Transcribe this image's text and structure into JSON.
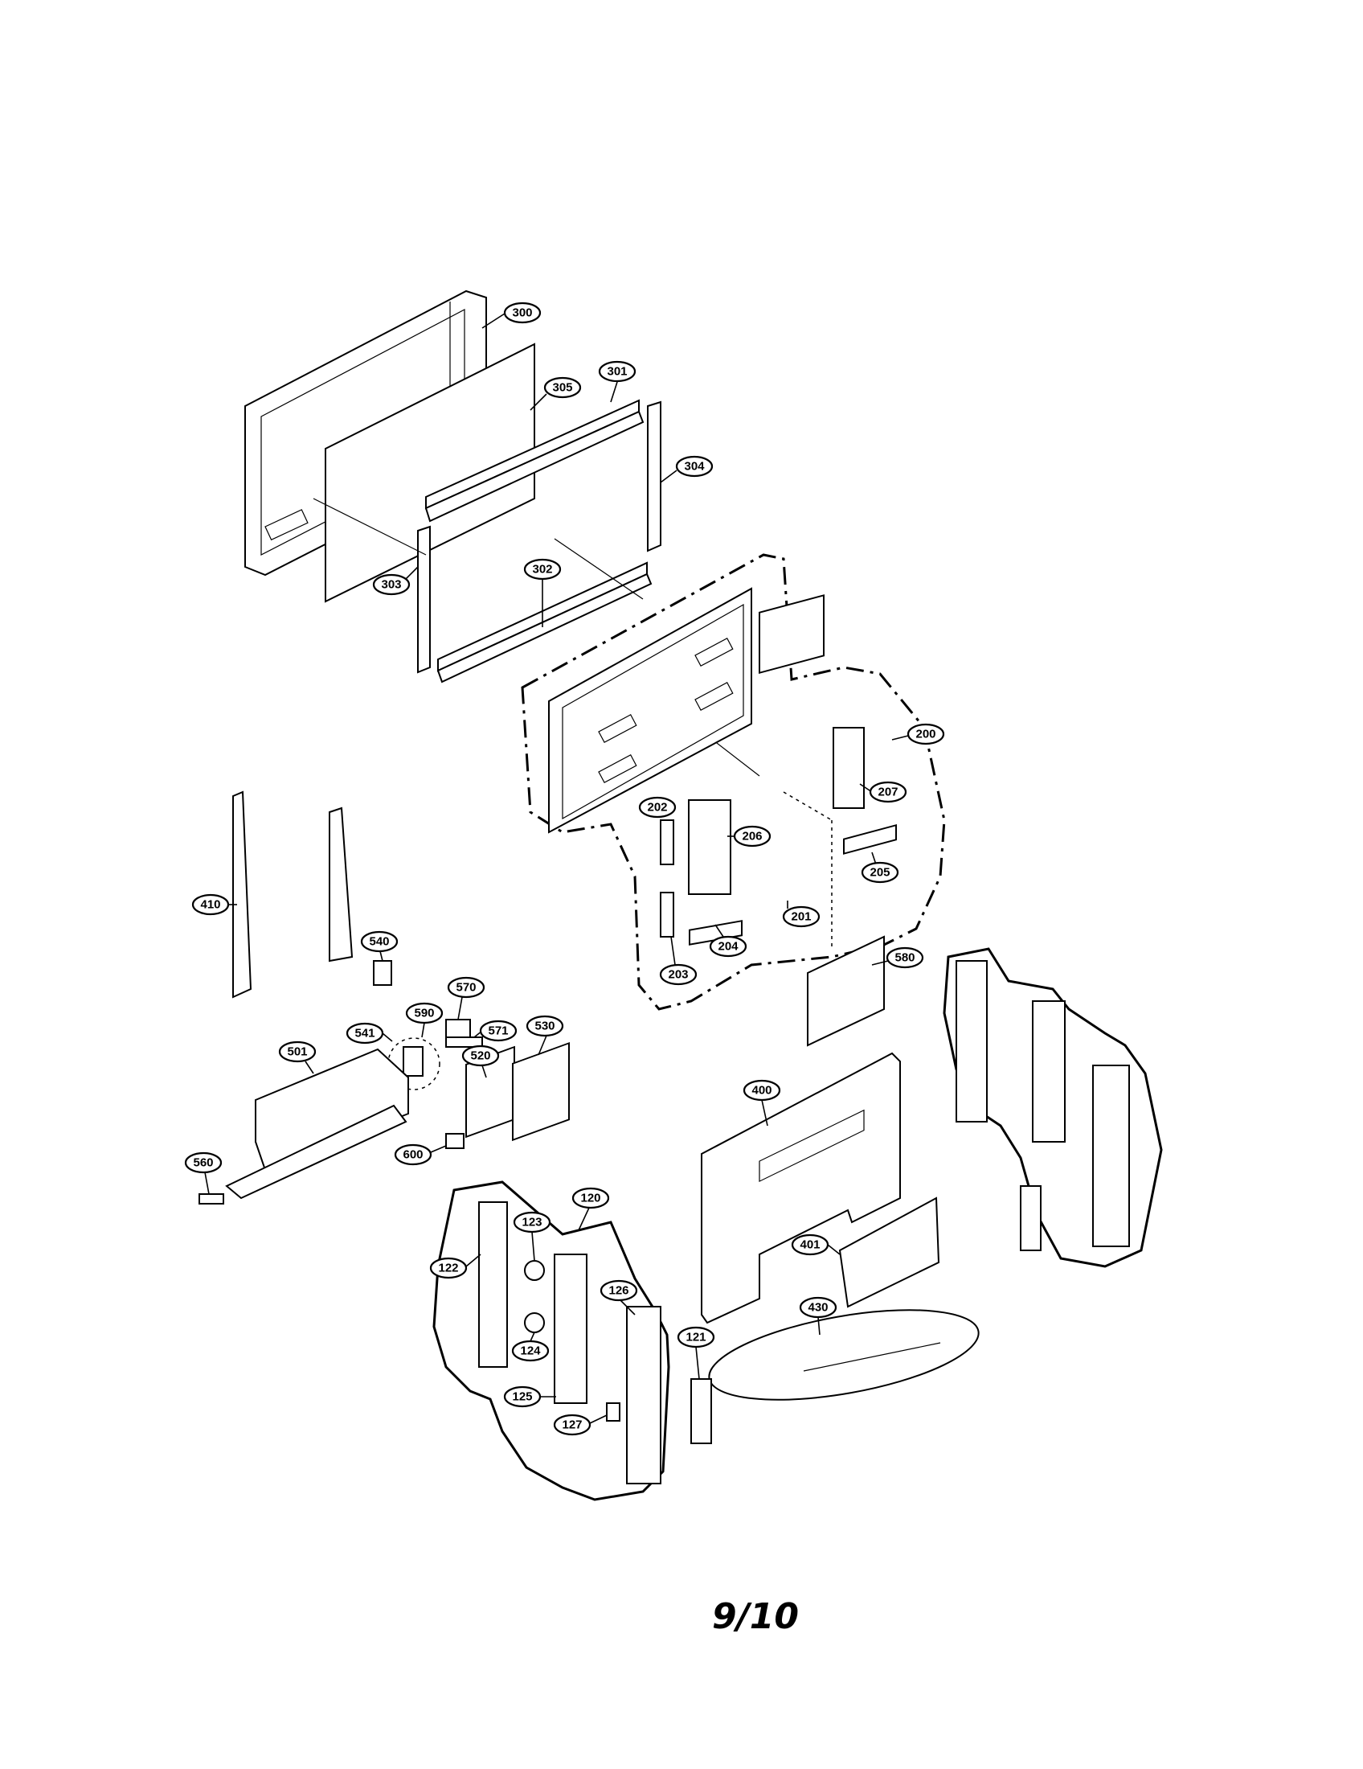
{
  "page_number": "9/10",
  "callouts": {
    "c300": "300",
    "c305": "305",
    "c301": "301",
    "c304": "304",
    "c303": "303",
    "c302": "302",
    "c200": "200",
    "c207": "207",
    "c202": "202",
    "c206": "206",
    "c205": "205",
    "c201": "201",
    "c204": "204",
    "c203": "203",
    "c580": "580",
    "c410": "410",
    "c540": "540",
    "c570": "570",
    "c590": "590",
    "c541": "541",
    "c571": "571",
    "c530": "530",
    "c501": "501",
    "c520": "520",
    "c560": "560",
    "c600": "600",
    "c400": "400",
    "c120": "120",
    "c123": "123",
    "c122": "122",
    "c126": "126",
    "c401": "401",
    "c124": "124",
    "c430": "430",
    "c121": "121",
    "c125": "125",
    "c127": "127"
  }
}
